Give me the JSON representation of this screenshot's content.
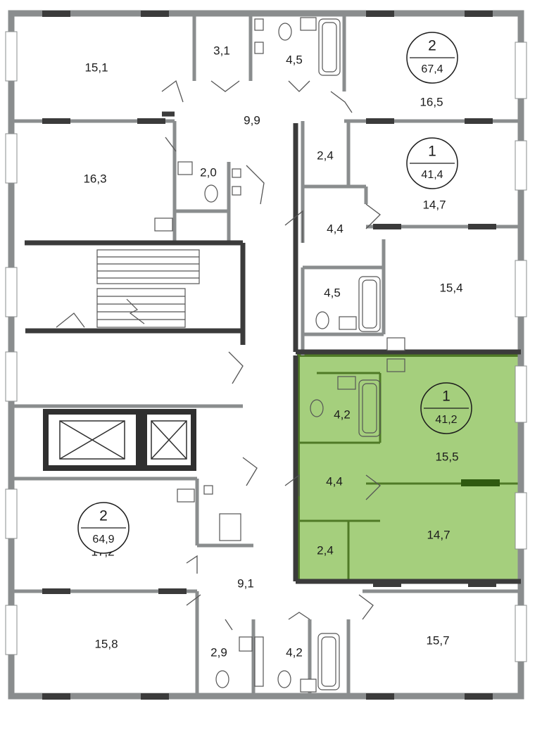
{
  "colors": {
    "wall": "#8a8d8e",
    "wall_dark": "#3b3b3b",
    "highlight": "#a5cf7d",
    "highlight_wall": "#4f7a26"
  },
  "rooms": {
    "r_15_1": "15,1",
    "r_3_1": "3,1",
    "r_4_5_top": "4,5",
    "r_16_5": "16,5",
    "r_9_9": "9,9",
    "r_16_3": "16,3",
    "r_2_0": "2,0",
    "r_2_4_top": "2,4",
    "r_14_7_top": "14,7",
    "r_4_4_top": "4,4",
    "r_4_5_mid": "4,5",
    "r_15_4": "15,4",
    "r_4_2_green": "4,2",
    "r_15_5": "15,5",
    "r_4_4_green": "4,4",
    "r_14_7_green": "14,7",
    "r_2_4_green": "2,4",
    "r_17_2": "17,2",
    "r_9_1": "9,1",
    "r_15_8": "15,8",
    "r_2_9": "2,9",
    "r_4_2_bottom": "4,2",
    "r_15_7": "15,7"
  },
  "apartments": [
    {
      "rooms": "2",
      "area": "67,4"
    },
    {
      "rooms": "1",
      "area": "41,4"
    },
    {
      "rooms": "1",
      "area": "41,2"
    },
    {
      "rooms": "2",
      "area": "64,9"
    }
  ]
}
